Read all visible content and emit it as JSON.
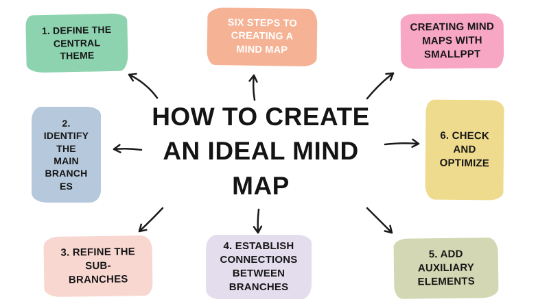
{
  "background": "#ffffff",
  "ink": "#1a1a1a",
  "center": {
    "title": "HOW TO CREATE\nAN IDEAL MIND\nMAP"
  },
  "nodes": {
    "define_theme": {
      "label": "1. DEFINE THE\nCENTRAL\nTHEME",
      "bg": "#8ed3b0",
      "color": "#161616"
    },
    "six_steps": {
      "label": "SIX STEPS TO\nCREATING A\nMIND MAP",
      "bg": "#f5b294",
      "color": "#ffffff"
    },
    "smallppt": {
      "label": "CREATING MIND\nMAPS WITH\nSMALLPPT",
      "bg": "#f7a6c4",
      "color": "#161616"
    },
    "main_branches": {
      "label": "2.\nIDENTIFY\nTHE\nMAIN\nBRANCH\nES",
      "bg": "#b6c8dc",
      "color": "#161616"
    },
    "check_optimize": {
      "label": "6. CHECK\nAND\nOPTIMIZE",
      "bg": "#efdb8d",
      "color": "#161616"
    },
    "sub_branches": {
      "label": "3. REFINE THE\nSUB-\nBRANCHES",
      "bg": "#f8d7d1",
      "color": "#161616"
    },
    "connections": {
      "label": "4. ESTABLISH\nCONNECTIONS\nBETWEEN\nBRANCHES",
      "bg": "#e3dded",
      "color": "#161616"
    },
    "auxiliary": {
      "label": "5. ADD\nAUXILIARY\nELEMENTS",
      "bg": "#d4d7b3",
      "color": "#161616"
    }
  }
}
